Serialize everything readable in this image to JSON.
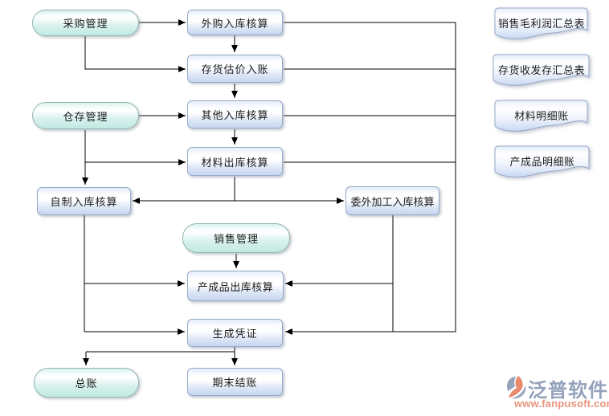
{
  "diagram": {
    "pills": [
      {
        "id": "procurement",
        "label": "采购管理"
      },
      {
        "id": "warehouse",
        "label": "仓存管理"
      },
      {
        "id": "sales",
        "label": "销售管理"
      },
      {
        "id": "general-ledger",
        "label": "总账"
      }
    ],
    "processes": [
      {
        "id": "purchased-inbound-accounting",
        "label": "外购入库核算"
      },
      {
        "id": "inventory-estimate-entry",
        "label": "存货估价入账"
      },
      {
        "id": "other-inbound-accounting",
        "label": "其他入库核算"
      },
      {
        "id": "material-outbound-accounting",
        "label": "材料出库核算"
      },
      {
        "id": "self-made-inbound-accounting",
        "label": "自制入库核算"
      },
      {
        "id": "outsourced-processing-inbound",
        "label": "委外加工入库核算"
      },
      {
        "id": "finished-goods-outbound",
        "label": "产成品出库核算"
      },
      {
        "id": "generate-voucher",
        "label": "生成凭证"
      },
      {
        "id": "period-end-closing",
        "label": "期末结账"
      }
    ],
    "documents": [
      {
        "id": "sales-gross-profit-summary",
        "label": "销售毛利润汇总表"
      },
      {
        "id": "inventory-in-out-summary",
        "label": "存货收发存汇总表"
      },
      {
        "id": "material-detail-ledger",
        "label": "材料明细账"
      },
      {
        "id": "finished-goods-detail-ledger",
        "label": "产成品明细账"
      }
    ],
    "colors": {
      "background": "#ffffff",
      "pill_fill_top": "#d7f2ee",
      "pill_fill_bottom": "#c0e8e2",
      "pill_border": "#94b4b0",
      "process_fill_top": "#ffffff",
      "process_fill_bottom": "#c6d6f0",
      "process_border": "#96aac9",
      "connector": "#000000",
      "logo_text": "#94a2bc",
      "logo_url_text": "#ea947e",
      "logo_icon_orange": "#e98a6e",
      "logo_icon_gray": "#94a2bc"
    }
  },
  "logo": {
    "brand": "泛普软件",
    "url": "www.fanpusoft.com",
    "icon": "fanpu-logo-icon"
  }
}
